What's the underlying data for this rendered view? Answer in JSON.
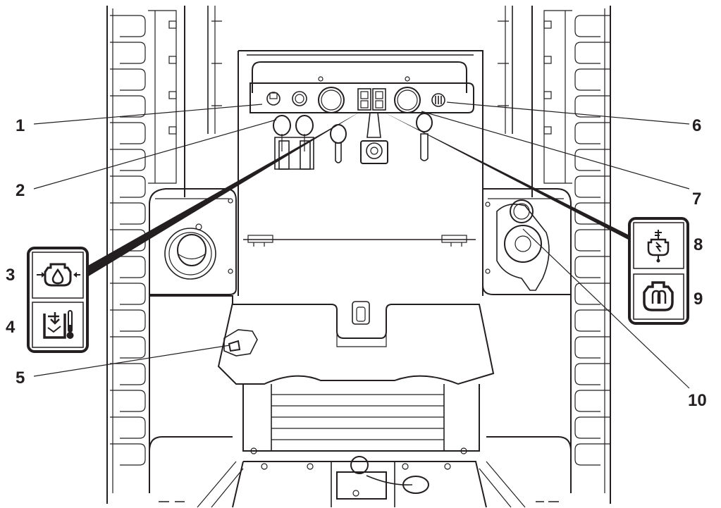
{
  "callouts": {
    "c1": "1",
    "c2": "2",
    "c3": "3",
    "c4": "4",
    "c5": "5",
    "c6": "6",
    "c7": "7",
    "c8": "8",
    "c9": "9",
    "c10": "10"
  },
  "icons": {
    "c3": "oil-pressure-icon",
    "c4": "hydraulic-oil-temperature-icon",
    "c8": "engine-coolant-temperature-icon",
    "c9": "glow-plug-icon"
  },
  "colors": {
    "ink": "#231f20",
    "background": "#ffffff"
  }
}
